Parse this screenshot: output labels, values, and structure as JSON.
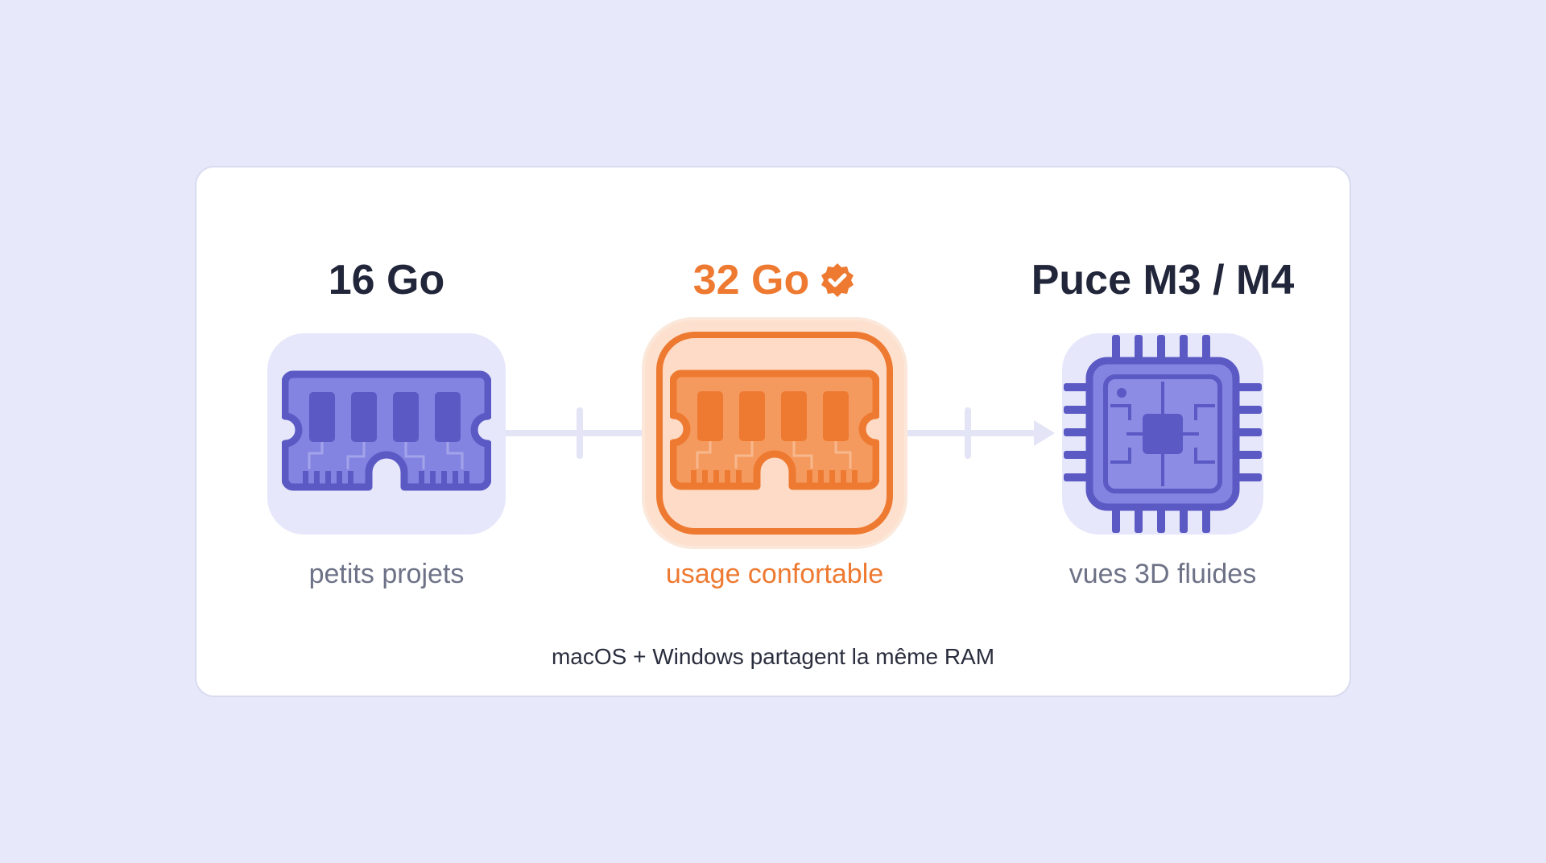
{
  "steps": [
    {
      "title": "16 Go",
      "caption": "petits projets",
      "icon": "ram-icon"
    },
    {
      "title": "32 Go",
      "caption": "usage confortable",
      "icon": "ram-icon",
      "badge": "check-badge-icon"
    },
    {
      "title": "Puce M3 / M4",
      "caption": "vues 3D fluides",
      "icon": "chip-icon"
    }
  ],
  "footnote": "macOS + Windows partagent la même RAM",
  "colors": {
    "accent": "#ee7a32",
    "primary": "#5b59c4",
    "background": "#e7e9fa",
    "text": "#22263a",
    "muted": "#6e7287"
  }
}
